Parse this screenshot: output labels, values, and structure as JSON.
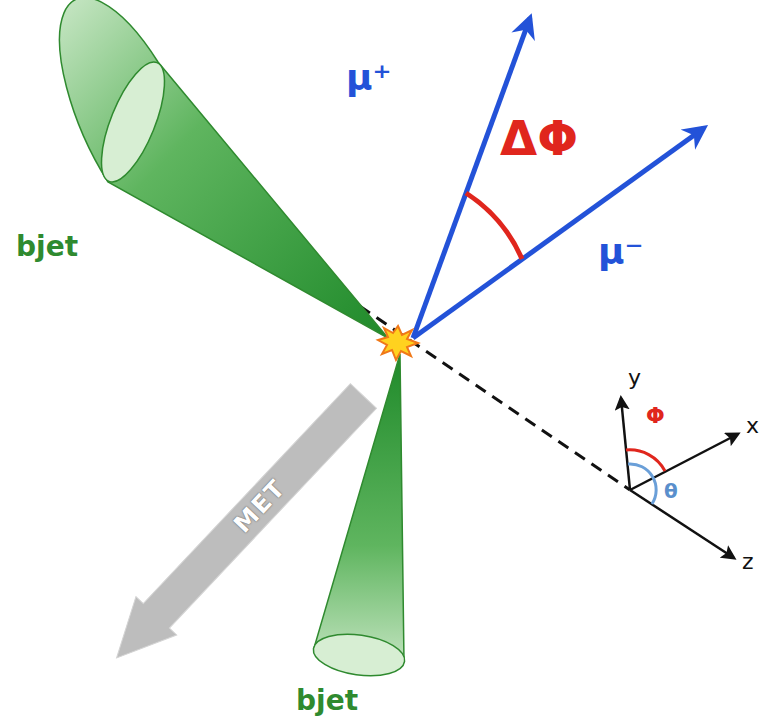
{
  "diagram": {
    "nodes": [
      {
        "text": [
          "MET"
        ]
      }
    ],
    "labels": [
      "μ⁺",
      "ΔΦ",
      "μ⁻",
      "bjet",
      "bjet",
      "y",
      "Φ",
      "x",
      "θ",
      "z"
    ]
  }
}
